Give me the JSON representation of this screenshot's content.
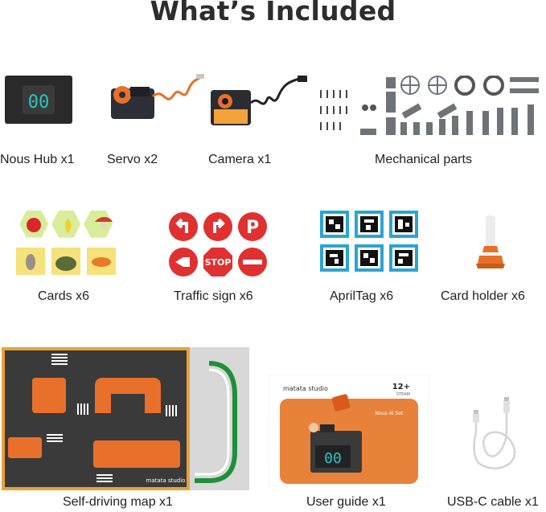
{
  "title": "What’s Included",
  "items": [
    {
      "label": "Nous Hub x1",
      "display": "00"
    },
    {
      "label": "Servo x2"
    },
    {
      "label": "Camera x1"
    },
    {
      "label": "Mechanical parts"
    },
    {
      "label": "Cards x6"
    },
    {
      "label": "Traffic sign x6",
      "signs": [
        "STOP"
      ]
    },
    {
      "label": "AprilTag  x6"
    },
    {
      "label": "Card holder x6"
    },
    {
      "label": "Self-driving map x1",
      "logo": "matata studio"
    },
    {
      "label": "User guide x1",
      "logo": "matata studio",
      "age": "12+",
      "age_sub": "STEAM",
      "cover_title": "Nous AI Set",
      "display": "00"
    },
    {
      "label": "USB-C cable x1"
    }
  ],
  "colors": {
    "orange": "#e8702a",
    "red": "#e03030",
    "dark": "#333333",
    "green": "#1f8f3a",
    "hub_screen": "#2ec4c4"
  }
}
